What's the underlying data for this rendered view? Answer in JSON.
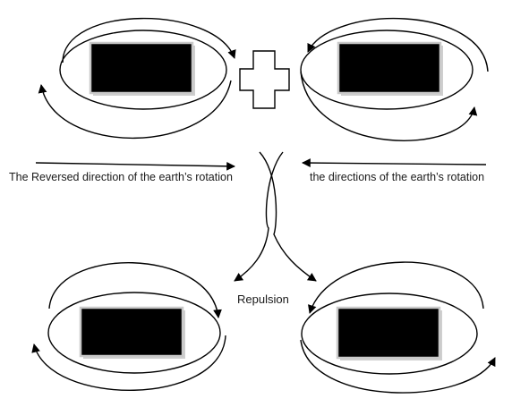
{
  "labels": {
    "left_direction": "The Reversed direction of the earth’s rotation",
    "right_direction": "the directions of the earth’s rotation",
    "interaction": "Repulsion"
  },
  "colors": {
    "stroke": "#000000",
    "magnet_fill": "#000000",
    "magnet_frame": "#c9c9c9",
    "background": "#ffffff"
  },
  "icons": {
    "plus": "plus-icon"
  }
}
